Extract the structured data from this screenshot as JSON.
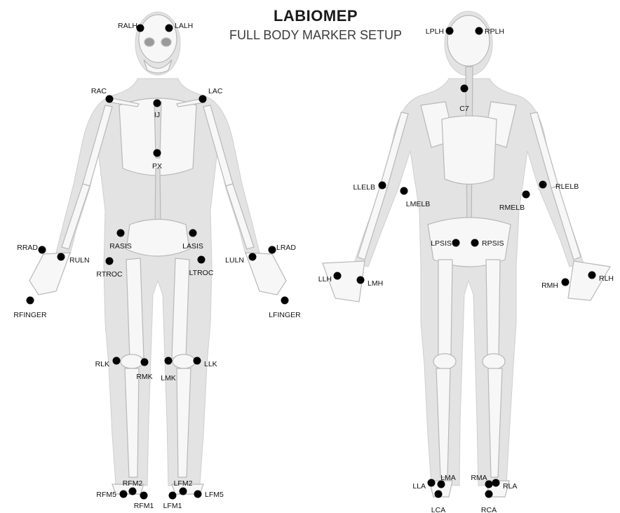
{
  "header": {
    "title": "LABIOMEP",
    "subtitle": "FULL BODY MARKER SETUP"
  },
  "figures": {
    "front": "front view skeleton",
    "back": "back view skeleton"
  },
  "colors": {
    "marker": "#000000",
    "body_fill": "#e3e3e3",
    "bone_fill": "#f7f7f7",
    "bone_stroke": "#b8b8b8"
  },
  "markers": {
    "front": [
      "RALH",
      "LALH",
      "RAC",
      "LAC",
      "IJ",
      "PX",
      "RRAD",
      "RULN",
      "LULN",
      "LRAD",
      "RASIS",
      "LASIS",
      "RTROC",
      "LTROC",
      "RFINGER",
      "LFINGER",
      "RLK",
      "RMK",
      "LMK",
      "LLK",
      "RFM2",
      "LFM2",
      "RFM5",
      "RFM1",
      "LFM1",
      "LFM5"
    ],
    "back": [
      "LPLH",
      "RPLH",
      "C7",
      "LLELB",
      "LMELB",
      "RMELB",
      "RLELB",
      "LPSIS",
      "RPSIS",
      "LLH",
      "LMH",
      "RMH",
      "RLH",
      "LLA",
      "LMA",
      "RMA",
      "RLA",
      "LCA",
      "RCA"
    ]
  }
}
